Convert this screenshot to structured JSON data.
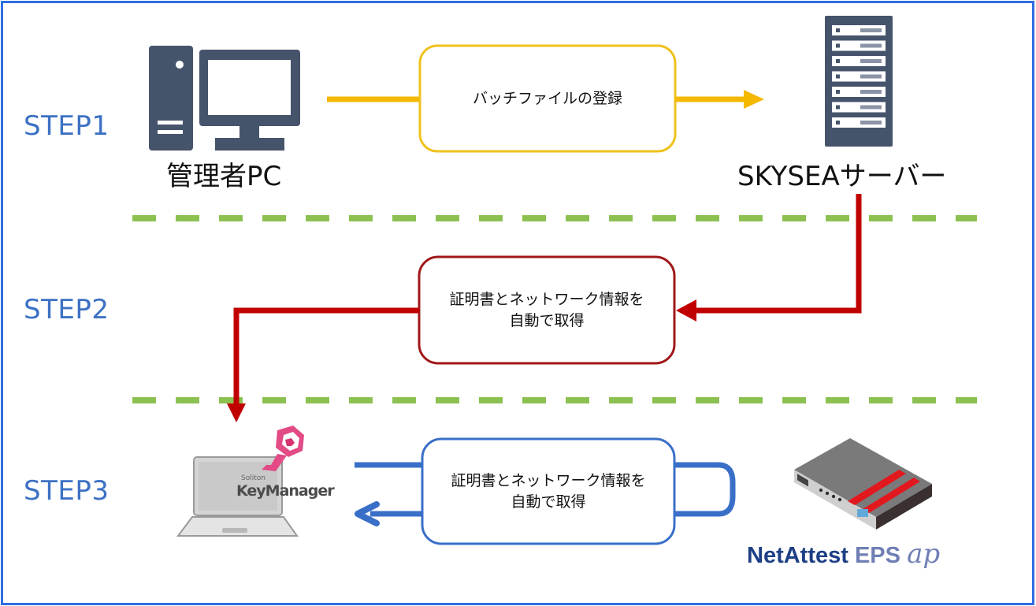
{
  "steps": [
    {
      "label": "STEP1"
    },
    {
      "label": "STEP2"
    },
    {
      "label": "STEP3"
    }
  ],
  "nodes": {
    "admin_pc": {
      "label": "管理者PC",
      "icon": "desktop-pc-icon"
    },
    "skysea_server": {
      "label": "SKYSEAサーバー",
      "icon": "server-rack-icon"
    },
    "keymanager_laptop": {
      "label_small": "Soliton",
      "label_big": "KeyManager",
      "icon": "laptop-keymanager-icon"
    },
    "netattest": {
      "brand_1": "NetAttest",
      "brand_2": "EPS",
      "brand_3": "ap",
      "icon": "network-appliance-icon"
    }
  },
  "boxes": {
    "step1": {
      "line1": "バッチファイルの登録",
      "line2": ""
    },
    "step2": {
      "line1": "証明書とネットワーク情報を",
      "line2": "自動で取得"
    },
    "step3": {
      "line1": "証明書とネットワーク情報を",
      "line2": "自動で取得"
    }
  },
  "colors": {
    "frame": "#2e6ee0",
    "step_text": "#3d71c4",
    "step1_flow": "#f5b800",
    "step1_box": "#f0c21e",
    "step2_flow": "#c00000",
    "step2_box": "#a01818",
    "step3_flow": "#3a6fc8",
    "divider": "#8cc152",
    "icon_dark": "#46546b"
  }
}
